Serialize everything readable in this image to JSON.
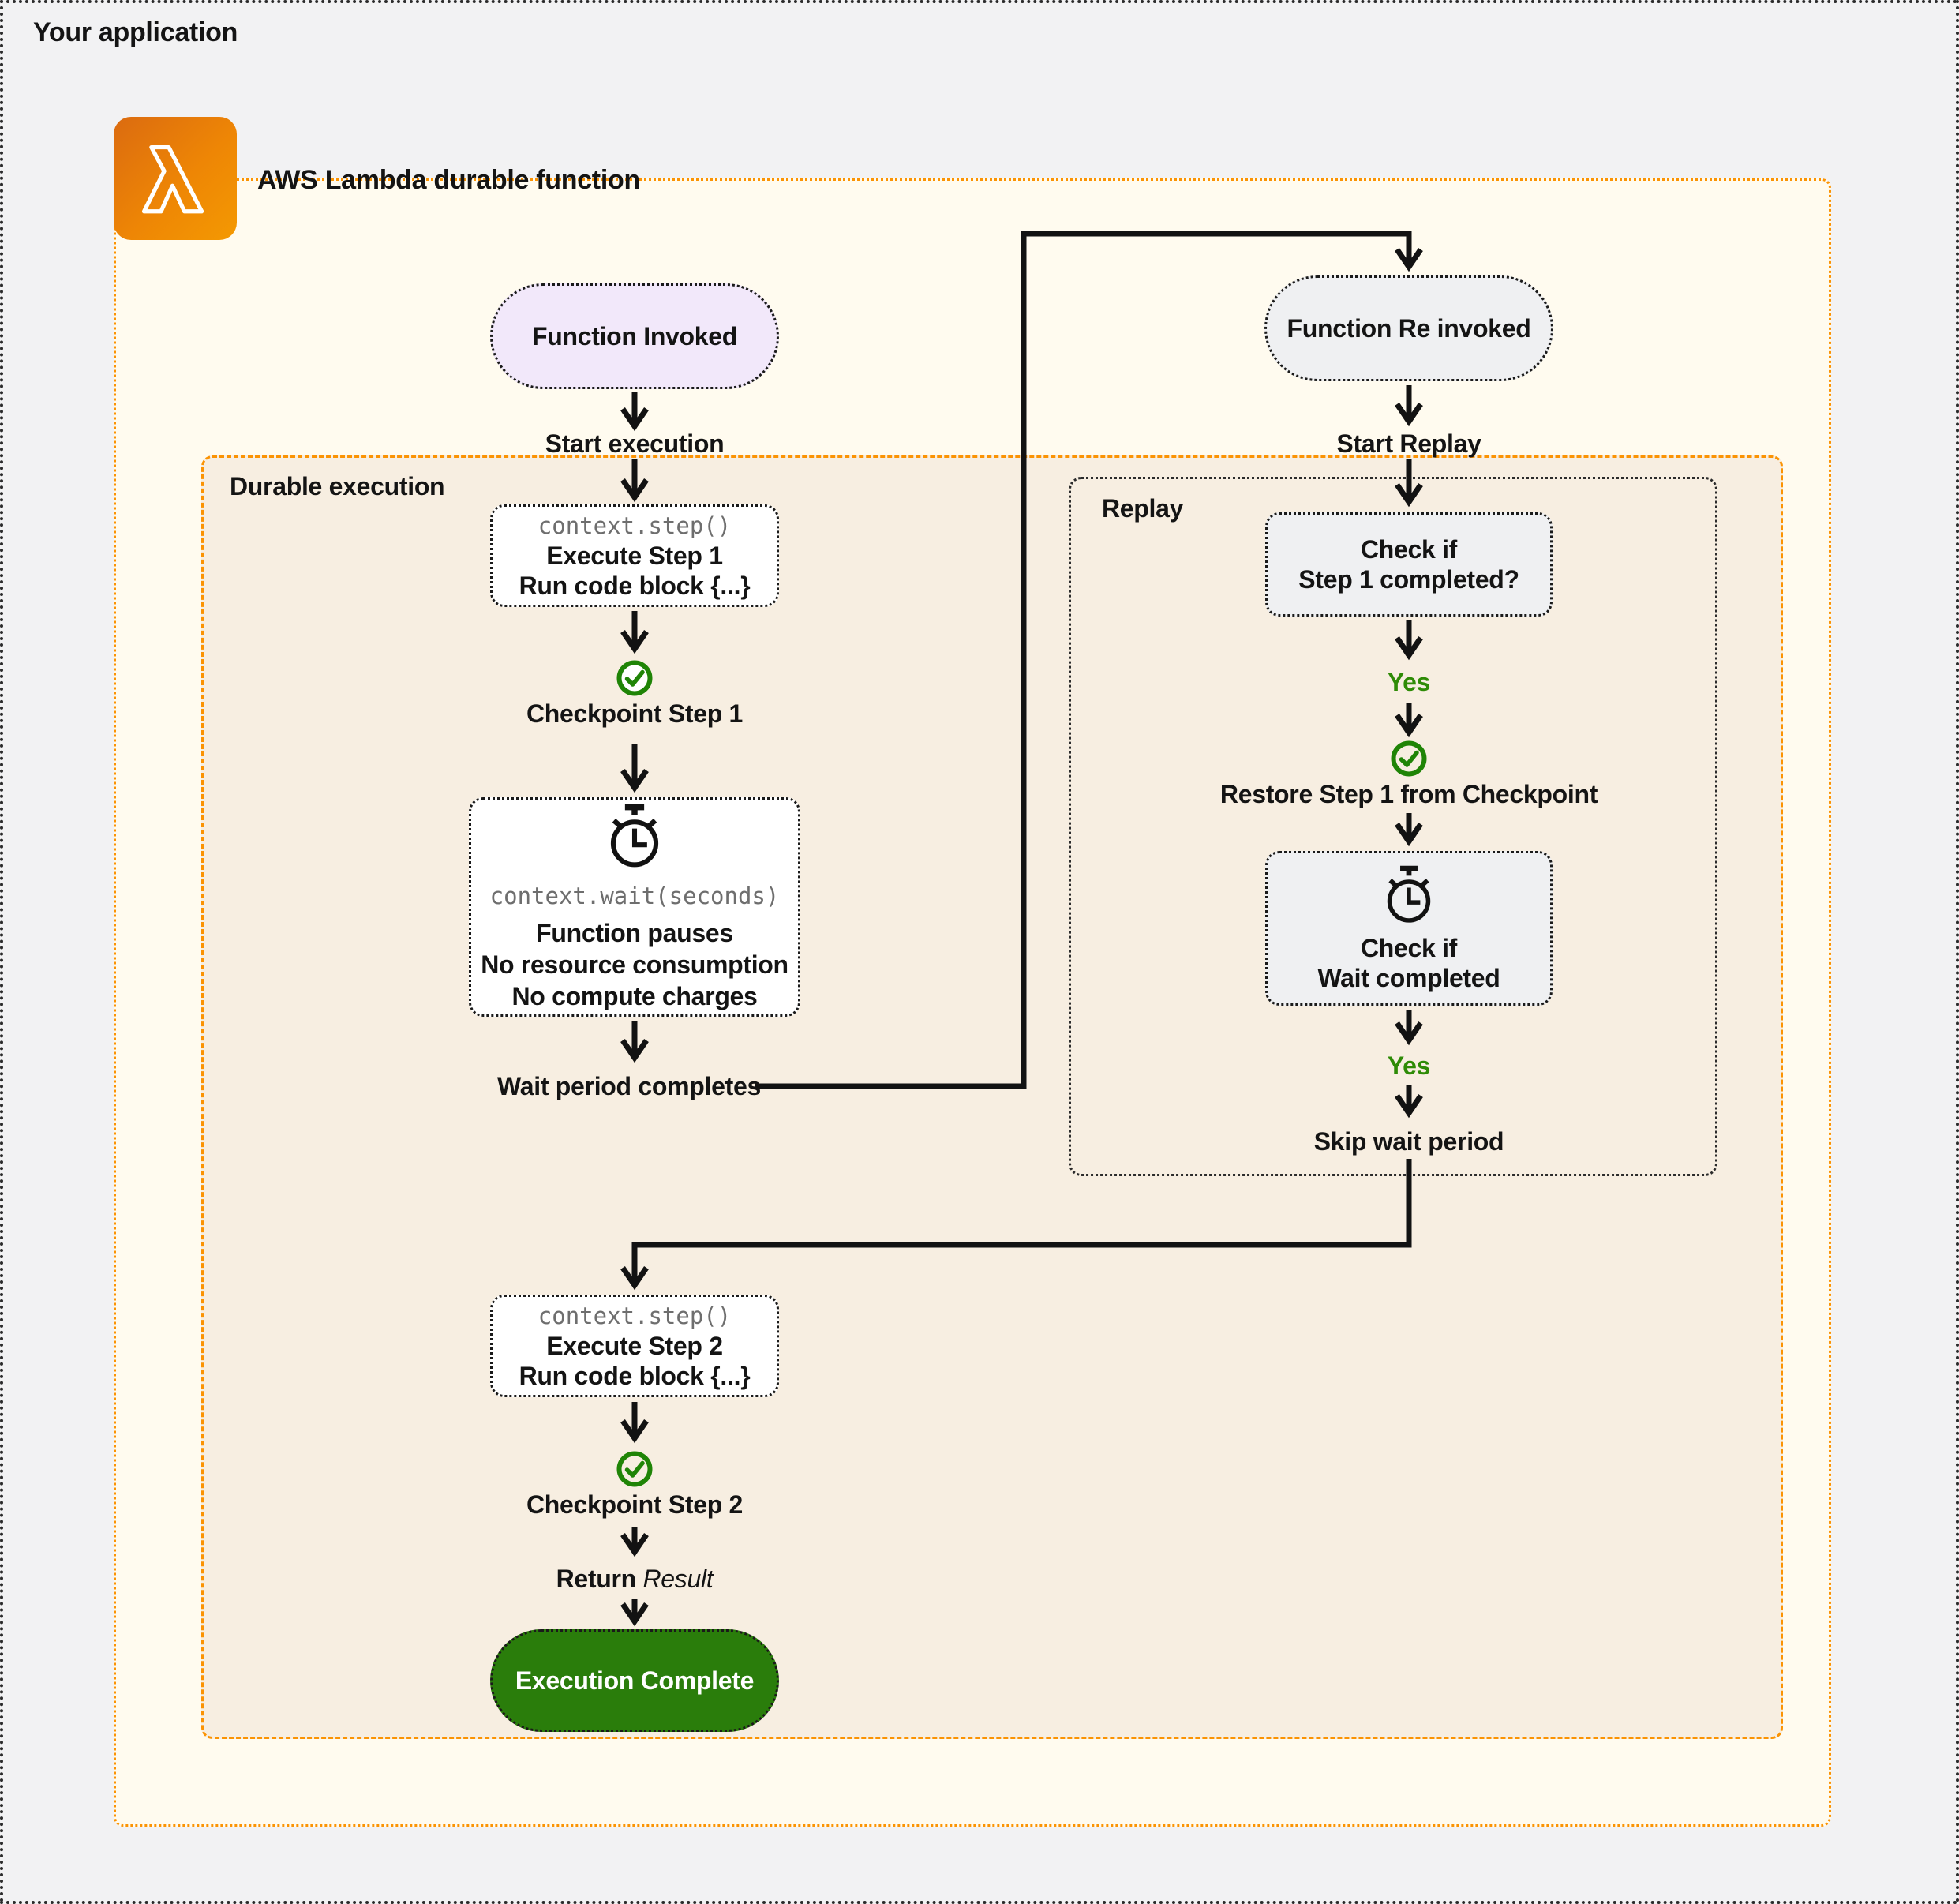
{
  "page": {
    "title": "Your application"
  },
  "lambda": {
    "title": "AWS Lambda durable function"
  },
  "durable": {
    "label": "Durable execution"
  },
  "replay": {
    "label": "Replay"
  },
  "flow": {
    "function_invoked": "Function Invoked",
    "start_execution": "Start execution",
    "step1_code": "context.step()",
    "step1_line1": "Execute Step 1",
    "step1_line2": "Run code block {...}",
    "checkpoint1": "Checkpoint Step 1",
    "wait_code": "context.wait(seconds)",
    "wait_line1": "Function pauses",
    "wait_line2": "No resource consumption",
    "wait_line3": "No compute charges",
    "wait_completes": "Wait period completes",
    "function_reinvoked": "Function Re invoked",
    "start_replay": "Start Replay",
    "check_step1_line1": "Check if",
    "check_step1_line2": "Step 1 completed?",
    "yes1": "Yes",
    "restore": "Restore Step 1 from Checkpoint",
    "check_wait_line1": "Check if",
    "check_wait_line2": "Wait completed",
    "yes2": "Yes",
    "skip_wait": "Skip wait period",
    "step2_code": "context.step()",
    "step2_line1": "Execute Step 2",
    "step2_line2": "Run code block {...}",
    "checkpoint2": "Checkpoint Step 2",
    "return_label": "Return",
    "return_value": "Result",
    "execution_complete": "Execution Complete"
  },
  "icons": {
    "lambda": "lambda-icon",
    "checkmark": "checkmark-circle-icon",
    "stopwatch": "stopwatch-icon"
  },
  "colors": {
    "page_bg": "#F2F2F3",
    "orange_border": "#FB9303",
    "lambda_box_bg": "#FFFBEF",
    "durable_box_bg": "#F7EEE1",
    "purple_node_bg": "#F2E8FA",
    "grey_node_bg": "#EFF0F2",
    "green": "#1F8406",
    "green_pill_bg": "#2A7D0B"
  }
}
